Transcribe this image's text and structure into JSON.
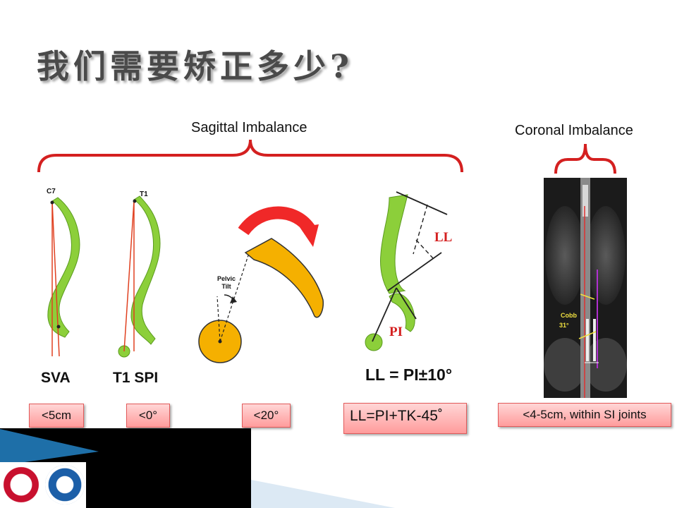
{
  "title": "我们需要矫正多少?",
  "headings": {
    "sagittal": "Sagittal Imbalance",
    "coronal": "Coronal Imbalance"
  },
  "figure_labels": {
    "c7": "C7",
    "t1": "T1",
    "pelvic_tilt": "Pelvic Tilt",
    "ll": "LL",
    "pi": "PI",
    "sva": "SVA",
    "t1spi": "T1 SPI",
    "formula": "LL = PI±10°",
    "cobb": "Cobb",
    "cobb_angle": "31°"
  },
  "boxes": {
    "sva": "<5cm",
    "t1spi": "<0°",
    "pelvic_tilt": "<20°",
    "ll": "LL=PI+TK-45˚",
    "coronal": "<4-5cm, within SI joints"
  },
  "colors": {
    "bracket": "#d42020",
    "spine_green": "#8ccf3a",
    "pelvis_orange": "#f5b000",
    "arrow_red": "#f02828",
    "box_fill": "#ffb3b3"
  }
}
